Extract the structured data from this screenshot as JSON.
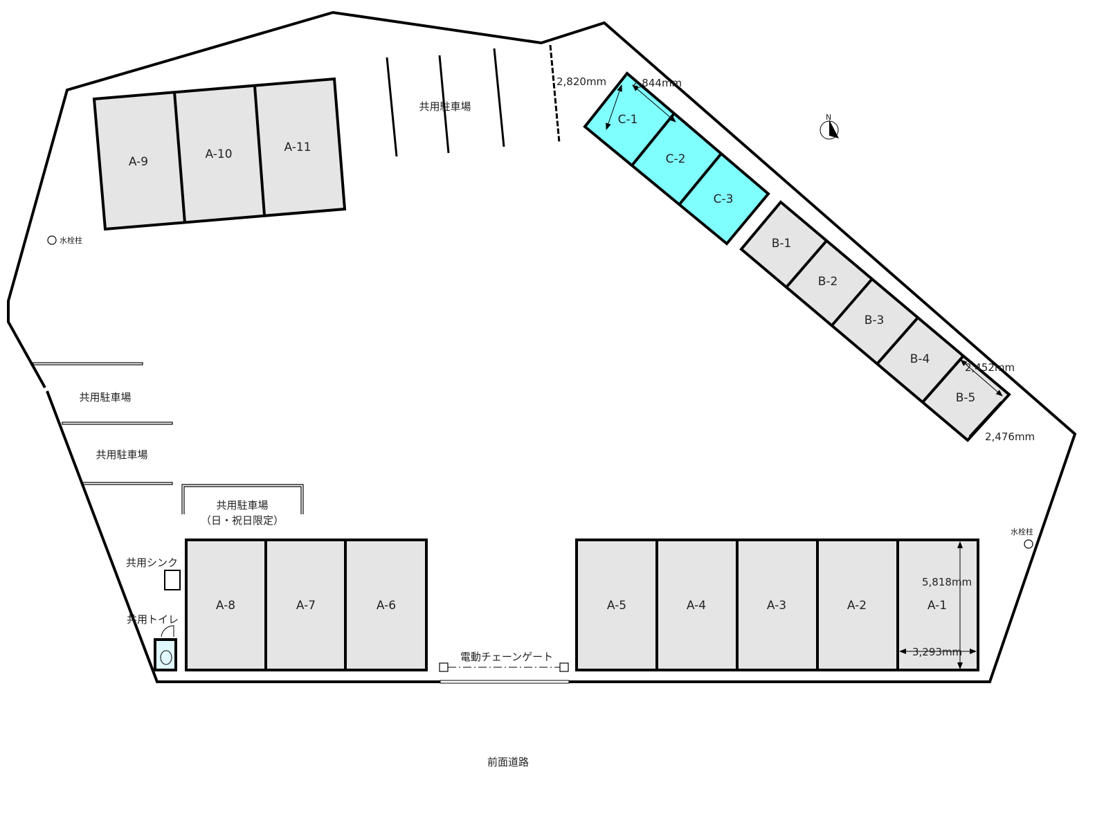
{
  "title": "駐車場配置図",
  "spaces": {
    "a_top": [
      "A-9",
      "A-10",
      "A-11"
    ],
    "a_bottom_left": [
      "A-8",
      "A-7",
      "A-6"
    ],
    "a_bottom_right": [
      "A-5",
      "A-4",
      "A-3",
      "A-2",
      "A-1"
    ],
    "c": [
      "C-1",
      "C-2",
      "C-3"
    ],
    "b": [
      "B-1",
      "B-2",
      "B-3",
      "B-4",
      "B-5"
    ]
  },
  "colors": {
    "c_space": "#80ffff",
    "a_b_space": "#e5e5e5"
  },
  "labels": {
    "shared_parking": "共用駐車場",
    "shared_parking_top": "共用駐車場",
    "shared_parking_left1": "共用駐車場",
    "shared_parking_left2": "共用駐車場",
    "shared_parking_holiday": "共用駐車場",
    "holiday_note": "（日・祝日限定）",
    "shared_sink": "共用シンク",
    "shared_toilet": "共用トイレ",
    "gate": "電動チェーンゲート",
    "front_road": "前面道路",
    "hydrant_left": "水栓柱",
    "hydrant_right": "水栓柱",
    "north": "N"
  },
  "dimensions": {
    "c_width": "2,820mm",
    "c_depth": "2,844mm",
    "b_width": "2,452mm",
    "b_depth": "2,476mm",
    "a_depth": "5,818mm",
    "a_width": "3,293mm"
  }
}
